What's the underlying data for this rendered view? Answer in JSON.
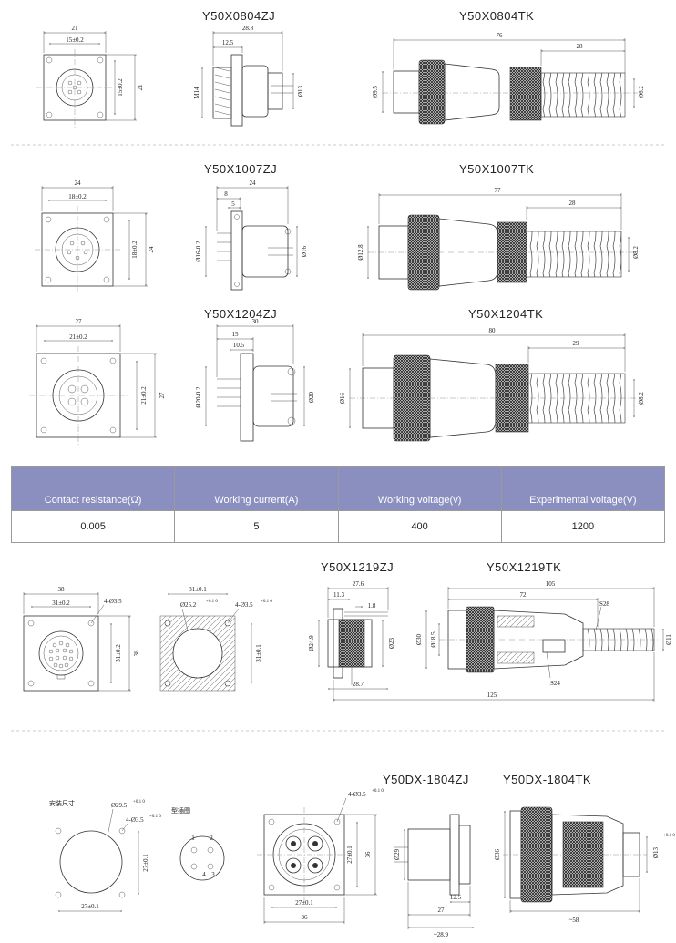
{
  "sections": {
    "s1": {
      "title_zj": "Y50X0804ZJ",
      "title_tk": "Y50X0804TK",
      "flange": {
        "w": "21",
        "pitch_w": "15±0.2",
        "pitch_h": "15±0.2",
        "h": "21"
      },
      "zj": {
        "len": "28.8",
        "flange_off": "12.5",
        "thread": "M14",
        "dia": "Ø13"
      },
      "tk": {
        "len": "76",
        "tail": "28",
        "dia_l": "Ø9.5",
        "dia_r": "Ø6.2"
      }
    },
    "s2": {
      "title_zj": "Y50X1007ZJ",
      "title_tk": "Y50X1007TK",
      "flange": {
        "w": "24",
        "pitch_w": "18±0.2",
        "pitch_h": "18±0.2",
        "h": "24"
      },
      "zj": {
        "len": "24",
        "a": "8",
        "b": "5",
        "dia_l": "Ø16-0.2",
        "dia_r": "Ø16"
      },
      "tk": {
        "len": "77",
        "tail": "28",
        "dia_l": "Ø12.8",
        "dia_r": "Ø8.2"
      }
    },
    "s3": {
      "title_zj": "Y50X1204ZJ",
      "title_tk": "Y50X1204TK",
      "flange": {
        "w": "27",
        "pitch_w": "21±0.2",
        "pitch_h": "21±0.2",
        "h": "27"
      },
      "zj": {
        "len": "30",
        "a": "15",
        "b": "10.5",
        "dia_l": "Ø20-0.2",
        "dia_r": "Ø20"
      },
      "tk": {
        "len": "80",
        "tail": "29",
        "dia_l": "Ø16",
        "dia_r": "Ø8.2"
      }
    },
    "s4": {
      "title_zj": "Y50X1219ZJ",
      "title_tk": "Y50X1219TK",
      "flange": {
        "w": "38",
        "pitch_w": "31±0.2",
        "holes": "4-Ø3.5",
        "pitch_h": "31±0.2",
        "h": "38"
      },
      "panel": {
        "pitch_w": "31±0.1",
        "bore": "Ø25.2",
        "bore_tol": "+0.1 0",
        "holes": "4-Ø3.5",
        "holes_tol": "+0.1 0",
        "pitch_h": "31±0.1"
      },
      "zj": {
        "len": "27.6",
        "a": "11.3",
        "b": "1.8",
        "dia_l": "Ø24.9",
        "dia_r": "Ø23",
        "bottom": "28.7"
      },
      "tk": {
        "len": "105",
        "mid": "72",
        "s28": "S28",
        "s24": "S24",
        "dia_a": "Ø30",
        "dia_b": "Ø18.5",
        "dia_r": "Ø11",
        "total": "125"
      }
    },
    "s5": {
      "title_zj": "Y50DX-1804ZJ",
      "title_tk": "Y50DX-1804TK",
      "label_install": "安装尺寸",
      "label_pinout": "型插图",
      "install": {
        "bore": "Ø29.5",
        "bore_tol": "+0.1 0",
        "holes": "4-Ø3.5",
        "holes_tol": "+0.1 0",
        "pitch_h": "27±0.1",
        "pitch_w": "27±0.1"
      },
      "pins": [
        "1",
        "2",
        "4",
        "3"
      ],
      "zj_front": {
        "holes": "4-Ø3.5",
        "holes_tol": "+0.1 0",
        "pitch_h": "27±0.1",
        "h": "36",
        "pitch_w": "27±0.1",
        "w": "36"
      },
      "zj_side": {
        "dia": "Ø29",
        "a": "12.5",
        "b": "27",
        "c": "~28.9"
      },
      "tk": {
        "dia_l": "Ø36",
        "dia_r": "Ø13",
        "dia_r_tol": "+0.1 0",
        "len": "~58"
      }
    }
  },
  "table": {
    "headers": [
      "Contact resistance(Ω)",
      "Working current(A)",
      "Working voltage(v)",
      "Experimental voltage(V)"
    ],
    "values": [
      "0.005",
      "5",
      "400",
      "1200"
    ]
  }
}
